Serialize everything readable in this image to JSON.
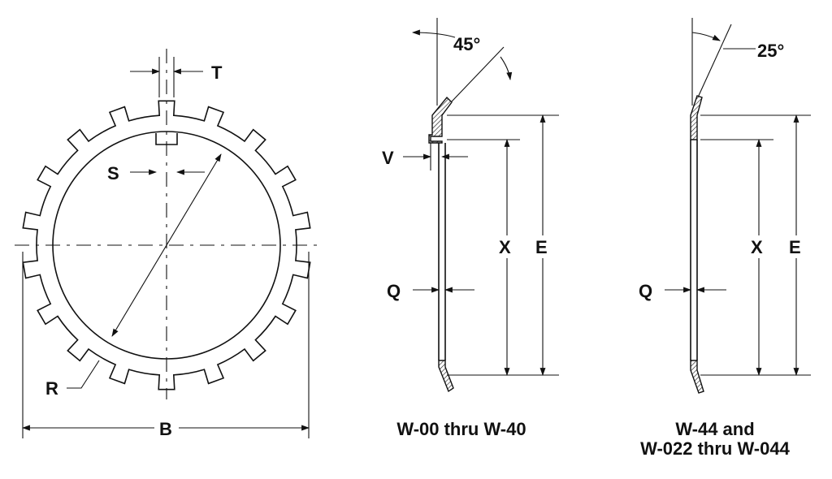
{
  "labels": {
    "T": "T",
    "S": "S",
    "R": "R",
    "B": "B",
    "angle_left": "45°",
    "V": "V",
    "Q_left": "Q",
    "X_left": "X",
    "E_left": "E",
    "angle_right": "25°",
    "Q_right": "Q",
    "X_right": "X",
    "E_right": "E"
  },
  "captions": {
    "left_section": "W-00 thru W-40",
    "right_section_line1": "W-44 and",
    "right_section_line2": "W-022 thru W-044"
  },
  "washer": {
    "tab_count": 18
  }
}
